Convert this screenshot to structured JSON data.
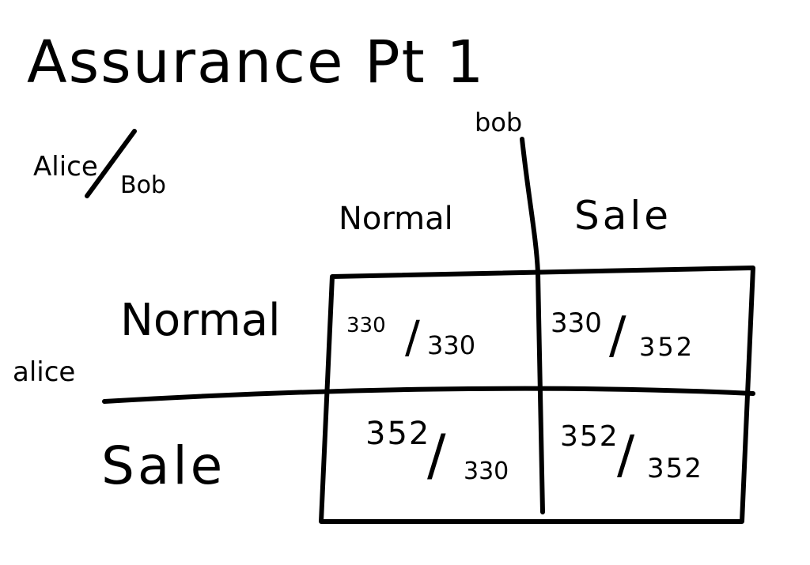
{
  "title": "Assurance Pt 1",
  "corner_label": {
    "row_player": "Alice",
    "separator": "/",
    "col_player": "Bob"
  },
  "column_player": "bob",
  "row_player": "alice",
  "columns": [
    "Normal",
    "Sale"
  ],
  "rows": [
    "Normal",
    "Sale"
  ],
  "payoffs": [
    [
      {
        "alice": "330",
        "separator": "/",
        "bob": "330"
      },
      {
        "alice": "330",
        "separator": "/",
        "bob": "352"
      }
    ],
    [
      {
        "alice": "352",
        "separator": "/",
        "bob": "330"
      },
      {
        "alice": "352",
        "separator": "/",
        "bob": "352"
      }
    ]
  ],
  "ink_color": "#000000",
  "paper_color": "#ffffff"
}
